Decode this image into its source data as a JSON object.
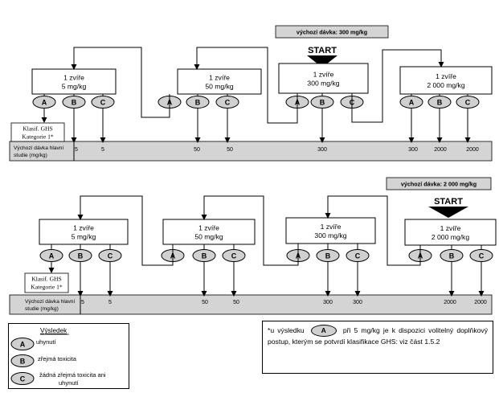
{
  "upper": {
    "start_dose_label": "výchozí dávka: 300 mg/kg",
    "start_label": "START",
    "ghs": [
      "Klasif. GHS",
      "Kategorie 1*"
    ],
    "bar_label": [
      "Výchozí dávka hlavní",
      "studie (mg/kg)"
    ],
    "boxes": [
      {
        "line1": "1 zvíře",
        "line2": "5 mg/kg"
      },
      {
        "line1": "1 zvíře",
        "line2": "50 mg/kg"
      },
      {
        "line1": "1 zvíře",
        "line2": "300 mg/kg"
      },
      {
        "line1": "1 zvíře",
        "line2": "2 000 mg/kg"
      }
    ],
    "outcomes": [
      "A",
      "B",
      "C",
      "A",
      "B",
      "C",
      "A",
      "B",
      "C",
      "A",
      "B",
      "C"
    ],
    "bar_values": [
      "5",
      "5",
      "50",
      "50",
      "300",
      "300",
      "2000",
      "2000"
    ]
  },
  "lower": {
    "start_dose_label": "výchozí dávka: 2 000 mg/kg",
    "start_label": "START",
    "ghs": [
      "Klasif. GHS",
      "Kategorie 1*"
    ],
    "bar_label": [
      "Výchozí dávka hlavní",
      "studie (mg/kg)"
    ],
    "boxes": [
      {
        "line1": "1 zvíře",
        "line2": "5 mg/kg"
      },
      {
        "line1": "1 zvíře",
        "line2": "50 mg/kg"
      },
      {
        "line1": "1 zvíře",
        "line2": "300 mg/kg"
      },
      {
        "line1": "1 zvíře",
        "line2": "2 000 mg/kg"
      }
    ],
    "outcomes": [
      "A",
      "B",
      "C",
      "A",
      "B",
      "C",
      "A",
      "B",
      "C",
      "A",
      "B",
      "C"
    ],
    "bar_values": [
      "5",
      "5",
      "50",
      "50",
      "300",
      "300",
      "2000",
      "2000"
    ]
  },
  "legend": {
    "title": "Výsledek",
    "items": [
      {
        "key": "A",
        "text": [
          "uhynutí"
        ]
      },
      {
        "key": "B",
        "text": [
          "zřejmá toxicita"
        ]
      },
      {
        "key": "C",
        "text": [
          "žádná zřejmá toxicita ani",
          "uhynutí"
        ]
      }
    ]
  },
  "note": {
    "prefix": "*u výsledku",
    "key": "A",
    "suffix": "při 5 mg/kg je k dispozici volitelný doplňkový postup, kterým se potvrdí klasifikace GHS: viz část 1.5.2"
  }
}
